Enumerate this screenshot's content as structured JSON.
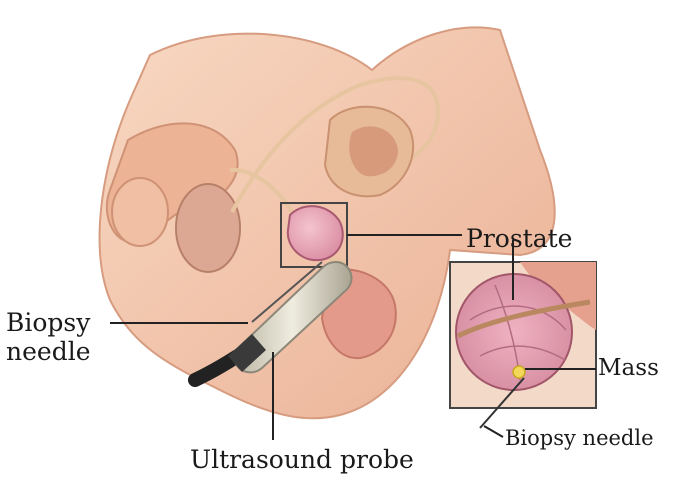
{
  "labels": {
    "prostate": "Prostate",
    "biopsy_needle_left_line1": "Biopsy",
    "biopsy_needle_left_line2": "needle",
    "mass": "Mass",
    "biopsy_needle_right": "Biopsy needle",
    "ultrasound_probe": "Ultrasound probe"
  },
  "colors": {
    "skin": "#f2c2a4",
    "skin_shadow": "#e2a484",
    "muscle": "#e8a28c",
    "prostate": "#e7a6b4",
    "probe_body": "#d9d4c4",
    "probe_cable": "#222222",
    "mass": "#f3d75a",
    "leader_line": "#222222"
  }
}
